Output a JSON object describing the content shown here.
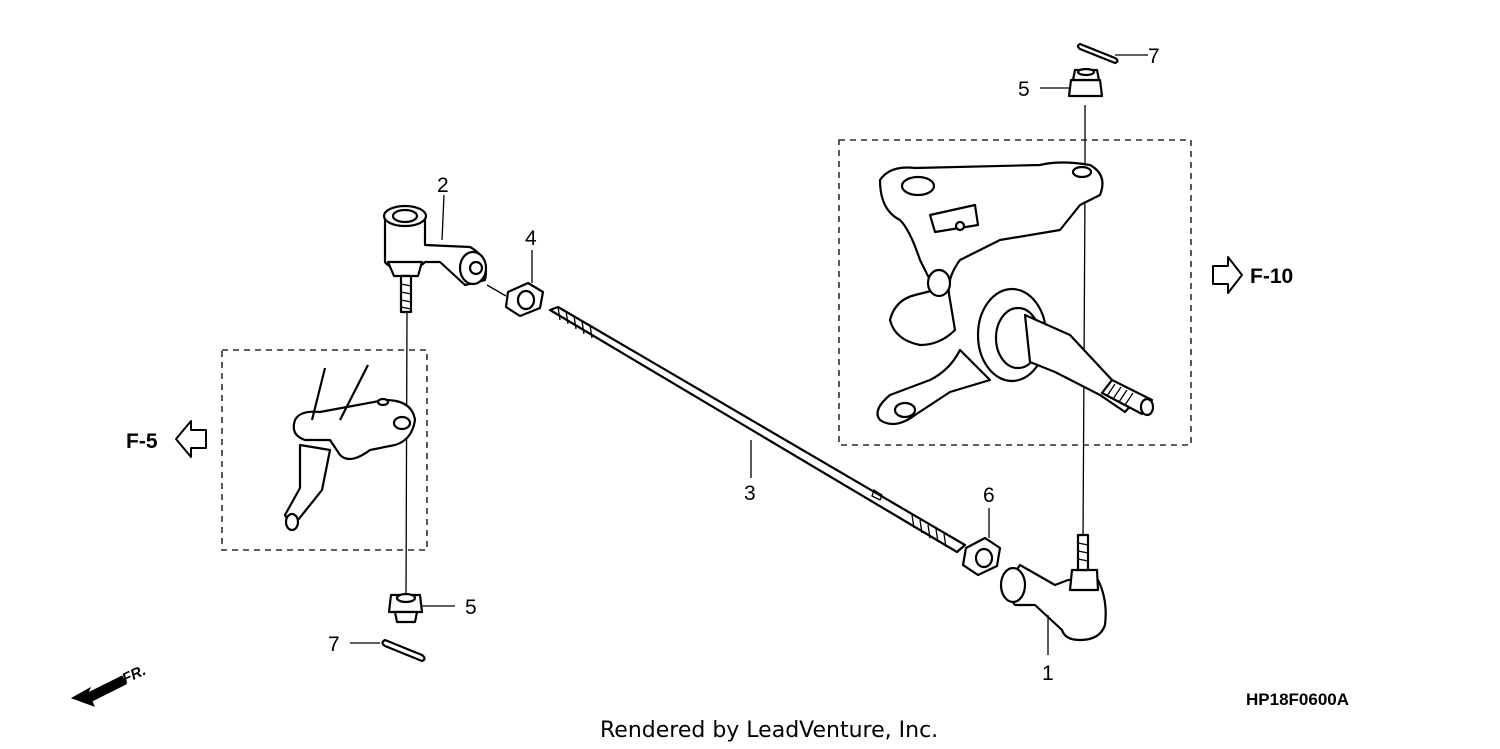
{
  "callouts": {
    "tie_rod_end_right": "1",
    "tie_rod_end_left": "2",
    "tie_rod": "3",
    "lock_nut_left": "4",
    "castle_nut_top": "5",
    "castle_nut_bottom": "5",
    "lock_nut_right": "6",
    "cotter_pin_top": "7",
    "cotter_pin_bottom": "7"
  },
  "references": {
    "left": "F-5",
    "right": "F-10"
  },
  "front_marker": "FR.",
  "diagram_code": "HP18F0600A",
  "footer": "Rendered by LeadVenture, Inc.",
  "colors": {
    "line": "#000000",
    "background": "#ffffff"
  },
  "icons": [
    "hollow-arrow-left-icon",
    "hollow-arrow-right-icon",
    "front-direction-arrow-icon"
  ]
}
